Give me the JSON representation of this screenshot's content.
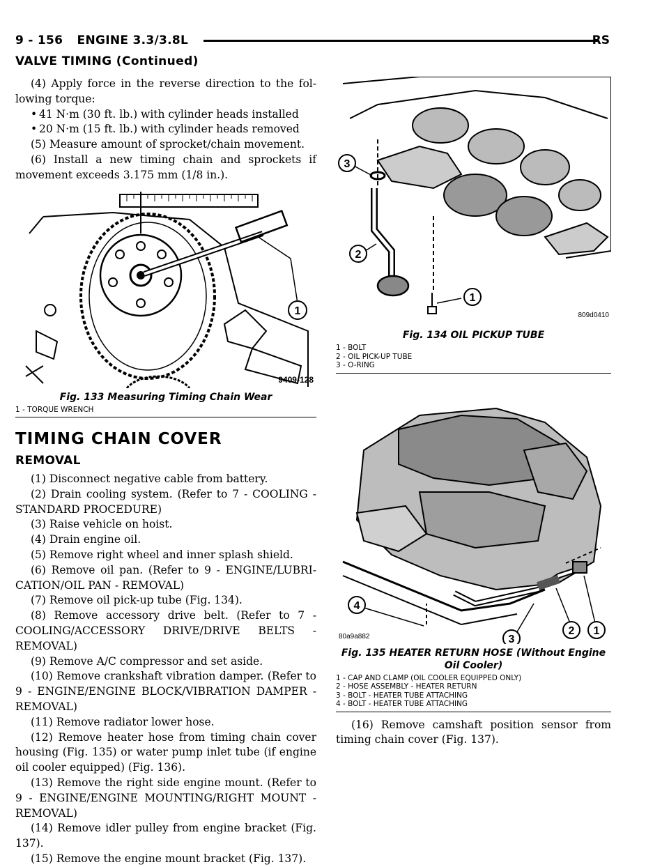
{
  "header": {
    "page": "9 - 156",
    "title": "ENGINE 3.3/3.8L",
    "code": "RS"
  },
  "section_continued": "VALVE TIMING (Continued)",
  "left": {
    "intro": [
      "(4) Apply force in the reverse direction to the fol- lowing torque:"
    ],
    "bullets": [
      "41 N·m (30 ft. lb.) with cylinder heads installed",
      "20 N·m (15 ft. lb.) with cylinder heads removed"
    ],
    "steps_after": [
      "(5) Measure amount of sprocket/chain movement.",
      "(6) Install a new timing chain and sprockets if movement exceeds 3.175 mm (1/8 in.)."
    ],
    "fig133": {
      "callout": "1",
      "code": "9409-128",
      "caption": "Fig. 133 Measuring Timing Chain Wear",
      "legend": [
        "1 - TORQUE WRENCH"
      ]
    },
    "heading": "TIMING CHAIN COVER",
    "subheading": "REMOVAL",
    "steps": [
      "(1) Disconnect negative cable from battery.",
      "(2) Drain cooling system. (Refer to 7 - COOLING - STANDARD PROCEDURE)",
      "(3) Raise vehicle on hoist.",
      "(4) Drain engine oil.",
      "(5) Remove right wheel and inner splash shield.",
      "(6) Remove oil pan. (Refer to 9 - ENGINE/LUBRI- CATION/OIL PAN - REMOVAL)",
      "(7) Remove oil pick-up tube (Fig. 134).",
      "(8) Remove accessory drive belt. (Refer to 7 - COOLING/ACCESSORY DRIVE/DRIVE BELTS - REMOVAL)",
      "(9) Remove A/C compressor and set aside.",
      "(10) Remove crankshaft vibration damper. (Refer to 9 - ENGINE/ENGINE BLOCK/VIBRATION DAMPER - REMOVAL)",
      "(11) Remove radiator lower hose.",
      "(12) Remove heater hose from timing chain cover housing (Fig. 135) or water pump inlet tube (if engine oil cooler equipped) (Fig. 136).",
      "(13) Remove the right side engine mount. (Refer to 9 - ENGINE/ENGINE MOUNTING/RIGHT MOUNT - REMOVAL)",
      "(14) Remove idler pulley from engine bracket (Fig. 137).",
      "(15) Remove the engine mount bracket (Fig. 137)."
    ]
  },
  "right": {
    "fig134": {
      "callouts": [
        "3",
        "2",
        "1"
      ],
      "code": "809d0410",
      "caption": "Fig. 134 OIL PICKUP TUBE",
      "legend": [
        "1 - BOLT",
        "2 - OIL PICK-UP TUBE",
        "3 - O-RING"
      ]
    },
    "fig135": {
      "callouts": [
        "4",
        "3",
        "2",
        "1"
      ],
      "code": "80a9a882",
      "caption_line1": "Fig. 135 HEATER RETURN HOSE (Without Engine",
      "caption_line2": "Oil Cooler)",
      "legend": [
        "1 - CAP AND CLAMP (OIL COOLER EQUIPPED ONLY)",
        "2 - HOSE ASSEMBLY - HEATER RETURN",
        "3 - BOLT - HEATER TUBE ATTACHING",
        "4 - BOLT - HEATER TUBE ATTACHING"
      ]
    },
    "steps": [
      "(16) Remove camshaft position sensor from timing chain cover (Fig. 137)."
    ]
  }
}
